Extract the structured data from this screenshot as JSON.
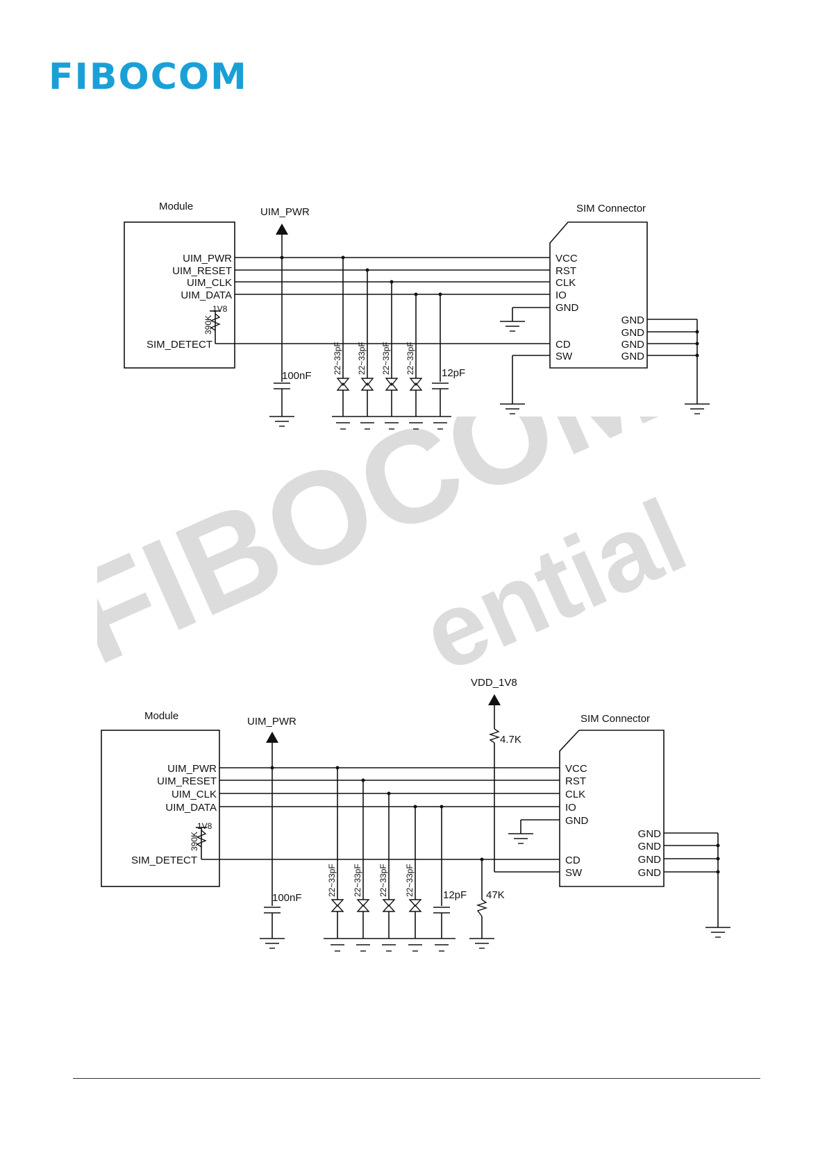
{
  "header": {
    "logo_text": "FIBOCOM"
  },
  "watermark": {
    "line1": "FIBOCOM",
    "line2": "ential",
    "color": "#d9d9d9"
  },
  "diagram_top": {
    "module_title": "Module",
    "connector_title": "SIM Connector",
    "supply": "UIM_PWR",
    "module_pins": [
      "UIM_PWR",
      "UIM_RESET",
      "UIM_CLK",
      "UIM_DATA",
      "SIM_DETECT"
    ],
    "pullup_rail": "1V8",
    "pullup_resistor": "390K",
    "connector_pins": [
      "VCC",
      "RST",
      "CLK",
      "IO",
      "GND",
      "CD",
      "SW"
    ],
    "connector_gnd": [
      "GND",
      "GND",
      "GND",
      "GND"
    ],
    "decoupling_cap": "100nF",
    "tvs_caps": [
      "22~33pF",
      "22~33pF",
      "22~33pF",
      "22~33pF"
    ],
    "data_cap": "12pF"
  },
  "diagram_bottom": {
    "module_title": "Module",
    "connector_title": "SIM Connector",
    "supply": "UIM_PWR",
    "rail": "VDD_1V8",
    "module_pins": [
      "UIM_PWR",
      "UIM_RESET",
      "UIM_CLK",
      "UIM_DATA",
      "SIM_DETECT"
    ],
    "pullup_rail": "1V8",
    "pullup_resistor": "390K",
    "connector_pins": [
      "VCC",
      "RST",
      "CLK",
      "IO",
      "GND",
      "CD",
      "SW"
    ],
    "connector_gnd": [
      "GND",
      "GND",
      "GND",
      "GND"
    ],
    "decoupling_cap": "100nF",
    "tvs_caps": [
      "22~33pF",
      "22~33pF",
      "22~33pF",
      "22~33pF"
    ],
    "data_cap": "12pF",
    "sw_pullup": "4.7K",
    "cd_pulldown": "47K"
  }
}
